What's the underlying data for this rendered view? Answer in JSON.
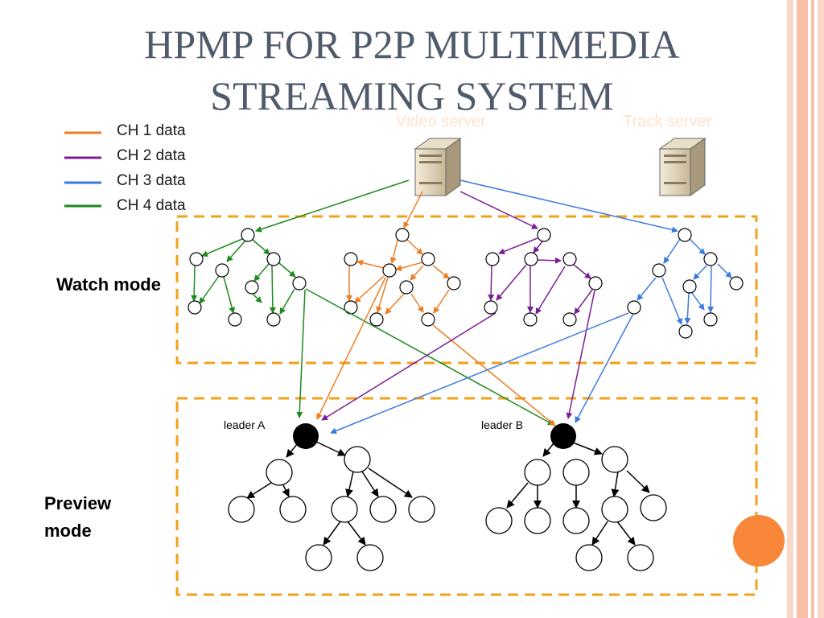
{
  "slide": {
    "title_line1": "HPMP FOR P2P MULTIMEDIA",
    "title_line2": "STREAMING SYSTEM",
    "page_number": ""
  },
  "legend": [
    {
      "label": "CH 1 data",
      "color": "#ef7d22"
    },
    {
      "label": "CH 2 data",
      "color": "#7b1d94"
    },
    {
      "label": "CH 3 data",
      "color": "#3d7ae0"
    },
    {
      "label": "CH 4 data",
      "color": "#1e8a1e"
    }
  ],
  "servers": {
    "video_server_label": "Video server",
    "track_server_label": "Track server"
  },
  "modes": {
    "watch_label": "Watch mode",
    "preview_label_line1": "Preview",
    "preview_label_line2": "mode"
  },
  "leaders": {
    "a_label": "leader A",
    "b_label": "leader B"
  },
  "colors": {
    "title": "#4f5a6a",
    "region_border": "#f2a11a",
    "page_circle": "#f8873a",
    "stripe": "#f8c9b3"
  }
}
